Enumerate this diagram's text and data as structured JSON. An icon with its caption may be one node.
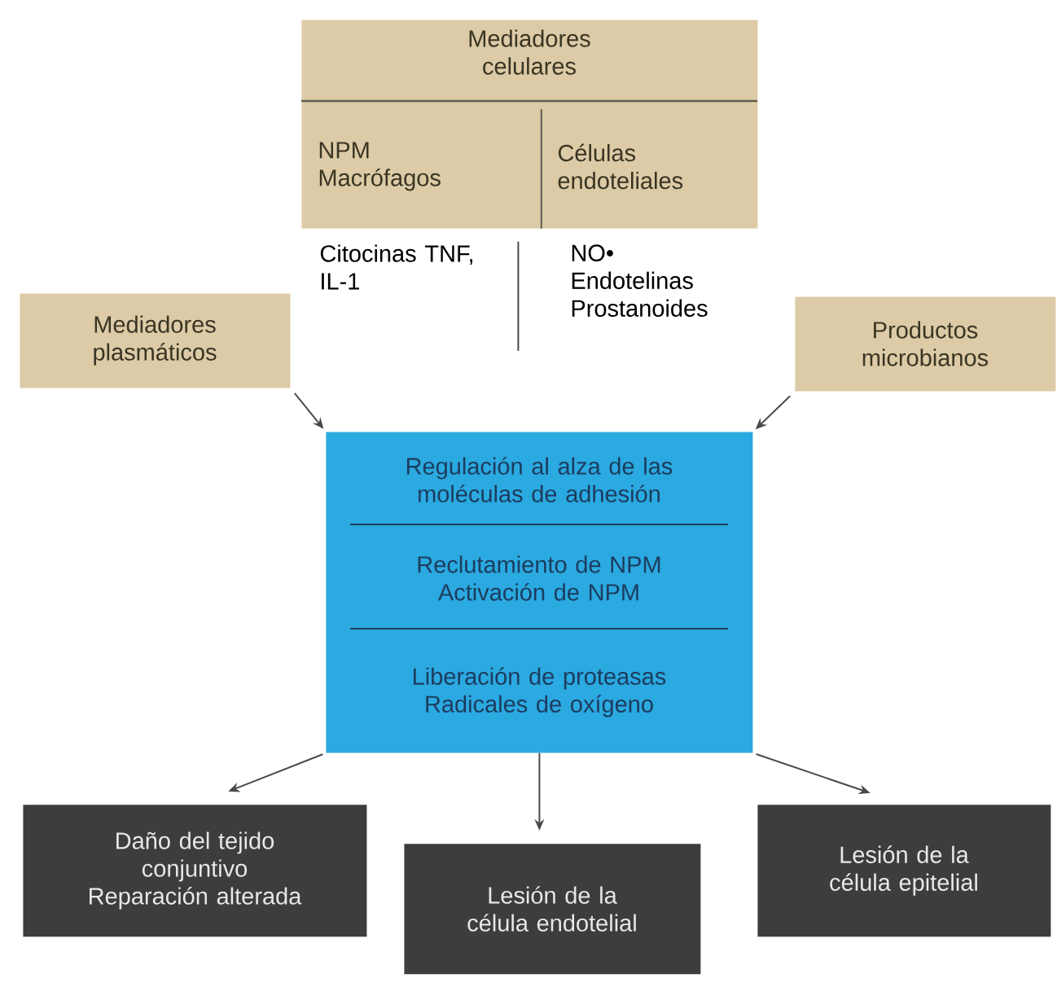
{
  "diagram": {
    "nodes": [
      {
        "text": [
          "Mediadores celulares"
        ]
      },
      {
        "text": [
          "NPM Macrófagos"
        ],
        "in": 0,
        "beside": [
          "Citocinas TNF, IL-1"
        ]
      },
      {
        "text": [
          "Células endoteliales"
        ],
        "in": 0,
        "beside": [
          "NO• Endotelinas Prostanoides"
        ]
      },
      {
        "text": [
          "Mediadores plasmáticos"
        ]
      },
      {
        "text": [
          "Productos microbianos"
        ]
      },
      {
        "text": [
          "Regulación al alza de las moléculas de adhesión",
          "Reclutamiento de NPM Activación de NPM",
          "Liberación de proteasas Radicales de oxígeno"
        ]
      },
      {
        "text": [
          "Daño del tejido conjuntivo Reparación alterada"
        ]
      },
      {
        "text": [
          "Lesión de la célula endotelial"
        ]
      },
      {
        "text": [
          "Lesión de la célula epitelial"
        ]
      }
    ],
    "edges": [
      {
        "from": 0,
        "to": null,
        "arrow": "none"
      },
      {
        "from": 3,
        "to": 5,
        "arrow": "to"
      },
      {
        "from": 4,
        "to": 5,
        "arrow": "to"
      },
      {
        "from": 5,
        "to": 6,
        "arrow": "to"
      },
      {
        "from": 5,
        "to": 7,
        "arrow": "to"
      },
      {
        "from": 5,
        "to": 8,
        "arrow": "to"
      }
    ]
  }
}
